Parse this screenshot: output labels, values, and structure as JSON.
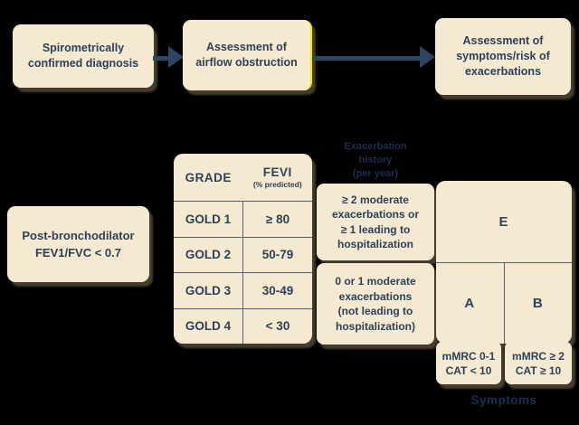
{
  "colors": {
    "background": "#000000",
    "box_fill": "#f5e9d1",
    "text_navy": "#2d4158",
    "arrow_navy": "#2d4560",
    "dark_label_navy": "#1c2e4d",
    "highlight_yellow": "#e8ee00",
    "grid_line": "#556070"
  },
  "flow": {
    "step1": {
      "lines": [
        "Spirometrically",
        "confirmed diagnosis"
      ]
    },
    "step2": {
      "lines": [
        "Assessment of",
        "airflow obstruction"
      ]
    },
    "step3": {
      "lines": [
        "Assessment of",
        "symptoms/risk of",
        "exacerbations"
      ]
    }
  },
  "criteria_box": {
    "lines": [
      "Post-bronchodilator",
      "FEV1/FVC < 0.7"
    ]
  },
  "grade_table": {
    "col1_header": "GRADE",
    "col2_header": "FEVI",
    "col2_subheader": "(% predicted)",
    "rows": [
      {
        "grade": "GOLD 1",
        "value": "≥ 80"
      },
      {
        "grade": "GOLD 2",
        "value": "50-79"
      },
      {
        "grade": "GOLD 3",
        "value": "30-49"
      },
      {
        "grade": "GOLD 4",
        "value": "< 30"
      }
    ]
  },
  "exacerbation": {
    "label_lines": [
      "Exacerbation",
      "history",
      "(per year)"
    ],
    "high_risk": {
      "lines": [
        "≥ 2 moderate",
        "exacerbations or",
        "≥ 1 leading to",
        "hospitalization"
      ]
    },
    "low_risk": {
      "lines": [
        "0 or 1 moderate",
        "exacerbations",
        "(not leading to",
        "hospitalization)"
      ]
    }
  },
  "groups": {
    "e": "E",
    "a": "A",
    "b": "B"
  },
  "symptom_boxes": {
    "low": {
      "lines": [
        "mMRC 0-1",
        "CAT < 10"
      ]
    },
    "high": {
      "lines": [
        "mMRC ≥ 2",
        "CAT ≥ 10"
      ]
    },
    "label": "Symptoms"
  }
}
